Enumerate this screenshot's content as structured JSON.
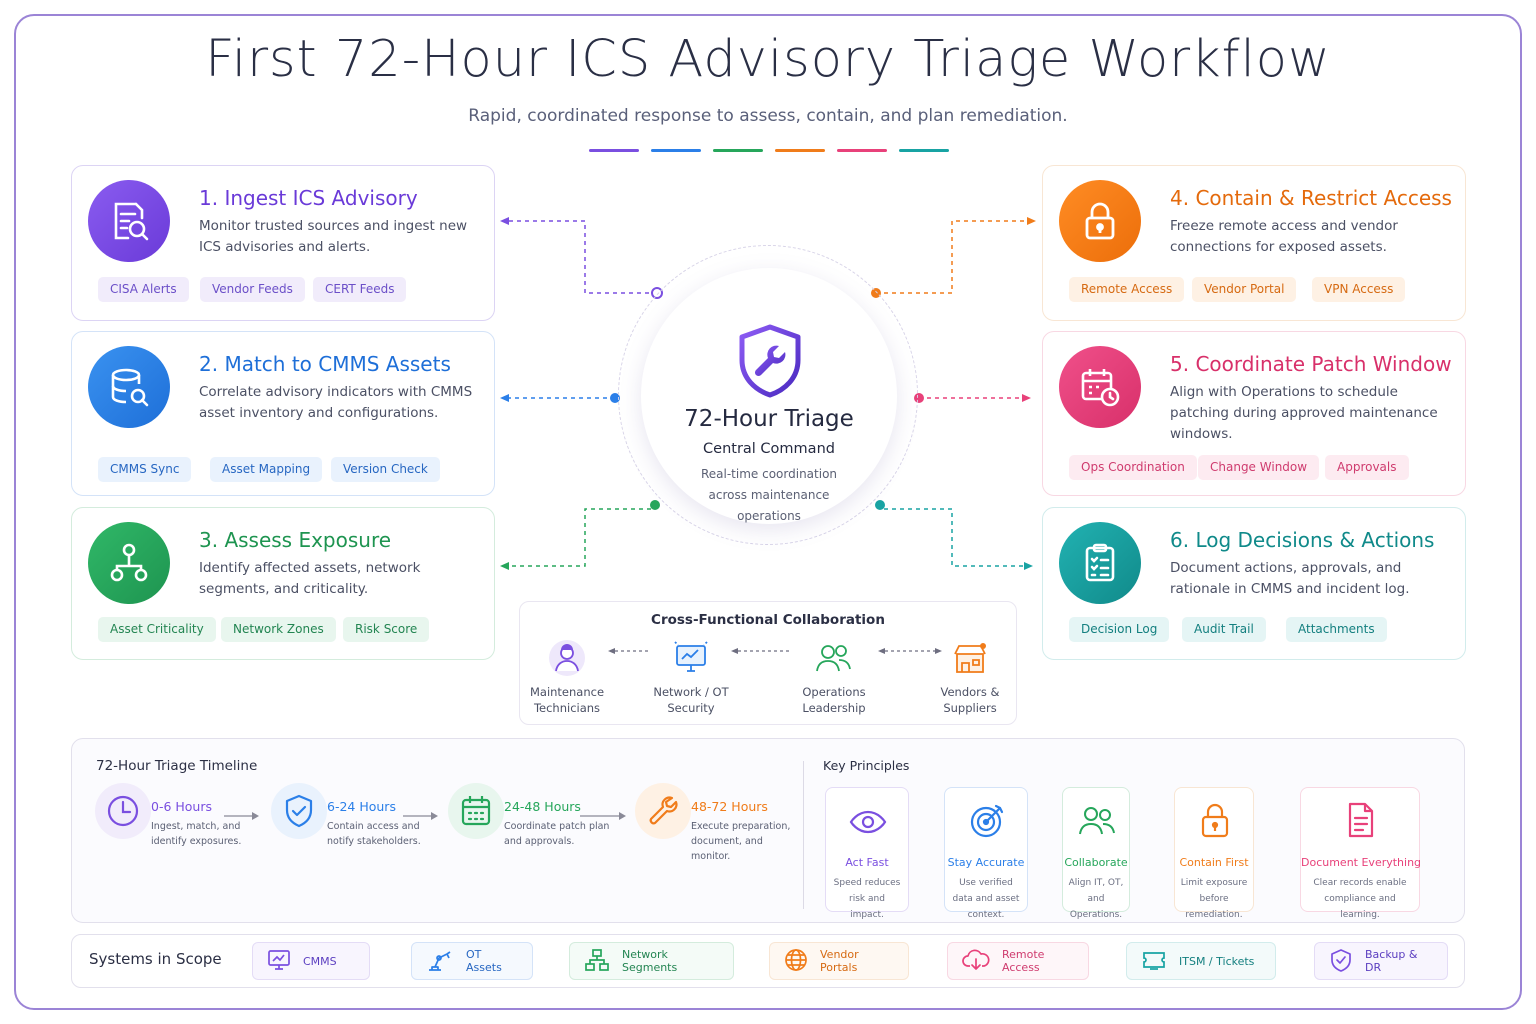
{
  "header": {
    "title": "First 72-Hour ICS Advisory Triage Workflow",
    "subtitle": "Rapid, coordinated response to assess, contain, and plan remediation."
  },
  "colors": {
    "purple": "#7a4fe0",
    "blue": "#2b7fe8",
    "green": "#26a65b",
    "orange": "#f07c1a",
    "pink": "#e8417a",
    "teal": "#18a3a3"
  },
  "steps": [
    {
      "title": "1. Ingest ICS Advisory",
      "desc": "Monitor trusted sources and ingest new ICS advisories and alerts.",
      "tags": [
        "CISA Alerts",
        "Vendor Feeds",
        "CERT Feeds"
      ],
      "icon": "document-search-icon"
    },
    {
      "title": "2. Match to CMMS Assets",
      "desc": "Correlate advisory indicators with CMMS asset inventory and configurations.",
      "tags": [
        "CMMS Sync",
        "Asset Mapping",
        "Version Check"
      ],
      "icon": "database-search-icon"
    },
    {
      "title": "3. Assess Exposure",
      "desc": "Identify affected assets, network segments, and criticality.",
      "tags": [
        "Asset Criticality",
        "Network Zones",
        "Risk Score"
      ],
      "icon": "network-nodes-icon"
    },
    {
      "title": "4. Contain & Restrict Access",
      "desc": "Freeze remote access and vendor connections for exposed assets.",
      "tags": [
        "Remote Access",
        "Vendor Portal",
        "VPN Access"
      ],
      "icon": "lock-icon"
    },
    {
      "title": "5. Coordinate Patch Window",
      "desc": "Align with Operations to schedule patching during approved maintenance windows.",
      "tags": [
        "Ops Coordination",
        "Change Window",
        "Approvals"
      ],
      "icon": "calendar-clock-icon"
    },
    {
      "title": "6. Log Decisions & Actions",
      "desc": "Document actions, approvals, and rationale in CMMS and incident log.",
      "tags": [
        "Decision Log",
        "Audit Trail",
        "Attachments"
      ],
      "icon": "clipboard-check-icon"
    }
  ],
  "center": {
    "title": "72-Hour Triage",
    "subtitle": "Central Command",
    "desc": "Real-time coordination across maintenance operations",
    "icon": "shield-wrench-icon"
  },
  "collaboration": {
    "title": "Cross-Functional Collaboration",
    "people": [
      {
        "label": "Maintenance Technicians",
        "icon": "technician-icon"
      },
      {
        "label": "Network / OT Security",
        "icon": "monitor-icon"
      },
      {
        "label": "Operations Leadership",
        "icon": "team-icon"
      },
      {
        "label": "Vendors & Suppliers",
        "icon": "store-icon"
      }
    ]
  },
  "timeline": {
    "title": "72-Hour Triage Timeline",
    "items": [
      {
        "title": "0-6 Hours",
        "desc": "Ingest, match, and identify exposures.",
        "icon": "clock-icon"
      },
      {
        "title": "6-24 Hours",
        "desc": "Contain access and notify stakeholders.",
        "icon": "shield-check-icon"
      },
      {
        "title": "24-48 Hours",
        "desc": "Coordinate patch plan and approvals.",
        "icon": "calendar-icon"
      },
      {
        "title": "48-72 Hours",
        "desc": "Execute preparation, document, and monitor.",
        "icon": "wrench-icon"
      }
    ]
  },
  "principles": {
    "title": "Key Principles",
    "items": [
      {
        "title": "Act Fast",
        "desc": "Speed reduces risk and impact.",
        "icon": "eye-icon"
      },
      {
        "title": "Stay Accurate",
        "desc": "Use verified data and asset context.",
        "icon": "target-icon"
      },
      {
        "title": "Collaborate",
        "desc": "Align IT, OT, and Operations.",
        "icon": "people-icon"
      },
      {
        "title": "Contain First",
        "desc": "Limit exposure before remediation.",
        "icon": "padlock-icon"
      },
      {
        "title": "Document Everything",
        "desc": "Clear records enable compliance and learning.",
        "icon": "document-icon"
      }
    ]
  },
  "scope": {
    "title": "Systems in Scope",
    "items": [
      {
        "label": "CMMS",
        "icon": "monitor-chart-icon"
      },
      {
        "label": "OT Assets",
        "icon": "robot-arm-icon"
      },
      {
        "label": "Network Segments",
        "icon": "network-tree-icon"
      },
      {
        "label": "Vendor Portals",
        "icon": "globe-icon"
      },
      {
        "label": "Remote Access",
        "icon": "cloud-icon"
      },
      {
        "label": "ITSM / Tickets",
        "icon": "ticket-icon"
      },
      {
        "label": "Backup & DR",
        "icon": "shield-backup-icon"
      }
    ]
  }
}
